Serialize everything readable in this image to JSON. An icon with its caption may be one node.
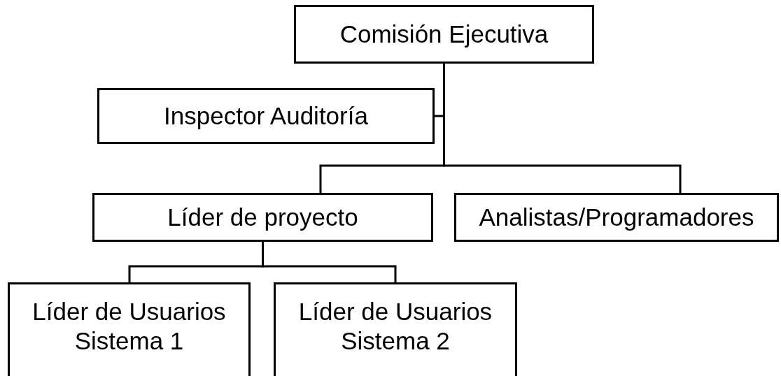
{
  "diagram": {
    "nodes": [
      {
        "text": [
          "Comisión Ejecutiva"
        ]
      },
      {
        "text": [
          "Inspector Auditoría"
        ]
      },
      {
        "text": [
          "Líder de proyecto"
        ]
      },
      {
        "text": [
          "Analistas/Programadores"
        ]
      },
      {
        "text": [
          "Líder de Usuarios Sistema 1"
        ]
      },
      {
        "text": [
          "Líder de Usuarios Sistema 2"
        ]
      }
    ],
    "edges": [
      {
        "from": 0,
        "to": 1,
        "arrow": "none"
      },
      {
        "from": 0,
        "to": 2,
        "arrow": "none"
      },
      {
        "from": 0,
        "to": 3,
        "arrow": "none"
      },
      {
        "from": 2,
        "to": 4,
        "arrow": "none"
      },
      {
        "from": 2,
        "to": 5,
        "arrow": "none"
      }
    ]
  }
}
